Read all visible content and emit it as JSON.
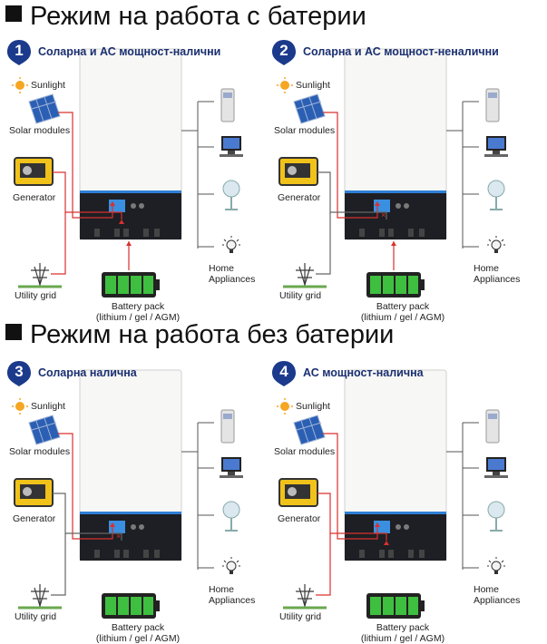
{
  "sections": [
    {
      "title": "Режим на работа с батерии"
    },
    {
      "title": "Режим на работа без батерии"
    }
  ],
  "labels": {
    "sunlight": "Sunlight",
    "solar": "Solar modules",
    "generator": "Generator",
    "grid": "Utility grid",
    "battery_l1": "Battery pack",
    "battery_l2": "(lithium / gel / AGM)",
    "home_l1": "Home",
    "home_l2": "Appliances"
  },
  "panels": [
    {
      "number": "1",
      "caption": "Соларна и АС мощност-налични",
      "with_battery": true,
      "ac_available": true
    },
    {
      "number": "2",
      "caption": "Соларна и АС мощност-неналични",
      "with_battery": true,
      "ac_available": false
    },
    {
      "number": "3",
      "caption": "Соларна налична",
      "with_battery": false,
      "ac_available": false
    },
    {
      "number": "4",
      "caption": "АС мощност-налична",
      "with_battery": false,
      "ac_available": true
    }
  ],
  "colors": {
    "badge": "#1b3a8c",
    "caption": "#1a2f70",
    "active_line": "#d9302e",
    "inactive_line": "#666666",
    "battery": "#3fbf3f",
    "inverter_front": "#f7f7f5",
    "inverter_base": "#1d1f24",
    "inverter_stripe": "#2e7fd6"
  },
  "icons": [
    "sun-icon",
    "solar-panel-icon",
    "generator-icon",
    "power-pylon-icon",
    "battery-icon",
    "inverter-icon",
    "air-conditioner-icon",
    "computer-icon",
    "fan-icon",
    "lamp-icon"
  ]
}
